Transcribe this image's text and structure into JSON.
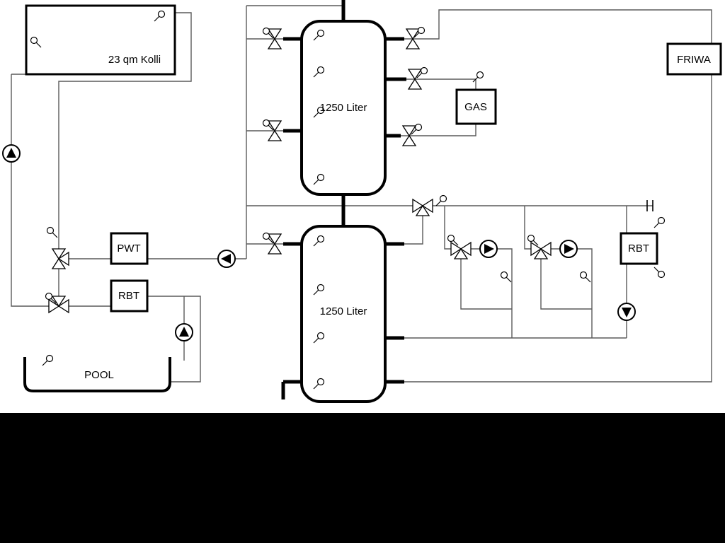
{
  "diagram": {
    "collector_label": "23 qm Kolli",
    "pwt_label": "PWT",
    "rbt_left_label": "RBT",
    "pool_label": "POOL",
    "tank_top_label": "1250 Liter",
    "tank_bottom_label": "1250 Liter",
    "gas_label": "GAS",
    "friwa_label": "FRIWA",
    "rbt_right_label": "RBT",
    "colors": {
      "pipe_gray": "#5a5a5a",
      "outline_black": "#000000",
      "canvas_white": "#ffffff",
      "letterbox_black": "#000000"
    },
    "icons": {
      "pump": "pump-icon",
      "valve": "valve-icon",
      "three_way_valve": "three-way-valve-icon",
      "sensor": "sensor-icon"
    }
  }
}
